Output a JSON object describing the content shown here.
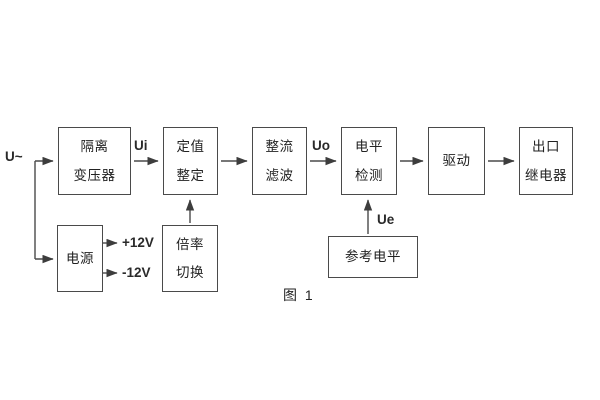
{
  "figure": {
    "caption": "图 1",
    "input_label": "U~",
    "signals": {
      "ui": "Ui",
      "uo": "Uo",
      "ue": "Ue"
    },
    "power_rails": {
      "positive": "+12V",
      "negative": "-12V"
    },
    "blocks": {
      "isolation_transformer": {
        "line1": "隔离",
        "line2": "变压器"
      },
      "setpoint_adjust": {
        "line1": "定值",
        "line2": "整定"
      },
      "rectifier_filter": {
        "line1": "整流",
        "line2": "滤波"
      },
      "level_detect": {
        "line1": "电平",
        "line2": "检测"
      },
      "driver": {
        "line1": "驱动"
      },
      "output_relay": {
        "line1": "出口",
        "line2": "继电器"
      },
      "power_supply": {
        "line1": "电源"
      },
      "ratio_switch": {
        "line1": "倍率",
        "line2": "切换"
      },
      "reference_level": {
        "line1": "参考电平"
      }
    },
    "colors": {
      "line": "#444444",
      "text": "#222222",
      "background": "#ffffff"
    }
  }
}
